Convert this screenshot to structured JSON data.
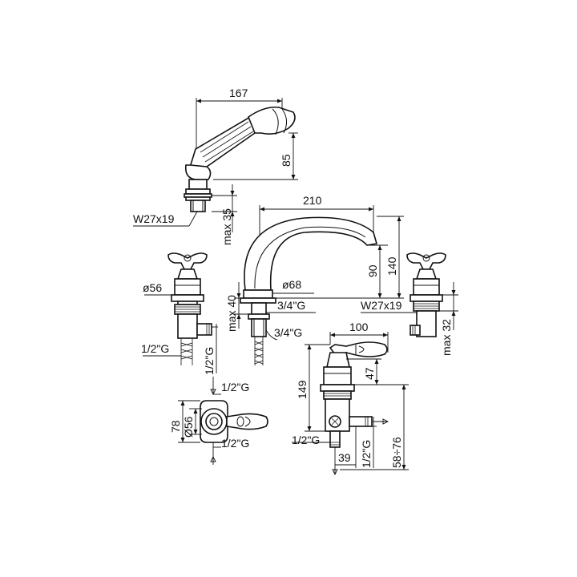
{
  "diagram": {
    "dimensions": {
      "handshower_width": "167",
      "handshower_height": "85",
      "handshower_connection": "W27x19",
      "handshower_deck_max": "max 35",
      "spout_reach": "210",
      "spout_height_90": "90",
      "spout_height_140": "140",
      "spout_base_diameter": "ø68",
      "spout_deck_max": "max 40",
      "spout_thread_upper": "3/4\"G",
      "spout_thread_lower": "3/4\"G",
      "left_valve_diameter": "ø56",
      "left_valve_inlet": "1/2\"G",
      "left_valve_outlet": "1/2\"G",
      "right_valve_connection": "W27x19",
      "right_valve_deck_max": "max 32",
      "top_view_height": "78",
      "top_view_diameter": "Ø56",
      "top_view_thread_top": "1/2\"G",
      "top_view_thread_bottom": "1/2\"G",
      "diverter_width": "100",
      "diverter_47": "47",
      "diverter_149": "149",
      "diverter_inlet": "1/2\"G",
      "diverter_outlet": "1/2\"G",
      "diverter_39": "39",
      "diverter_range": "58÷76"
    }
  }
}
